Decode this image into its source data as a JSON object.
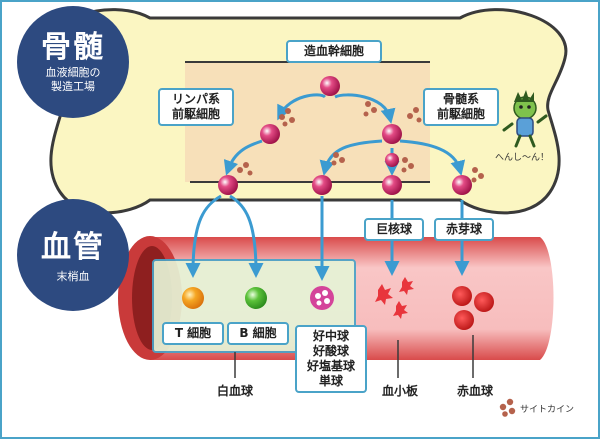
{
  "sections": {
    "bone_marrow": {
      "title": "骨髄",
      "subtitle_line1": "血液細胞の",
      "subtitle_line2": "製造工場"
    },
    "blood_vessel": {
      "title": "血管",
      "subtitle": "末梢血"
    }
  },
  "cells": {
    "stem": "造血幹細胞",
    "lymphoid": [
      "リンパ系",
      "前駆細胞"
    ],
    "myeloid": [
      "骨髄系",
      "前駆細胞"
    ],
    "megakaryocyte": "巨核球",
    "erythroblast": "赤芽球",
    "t_cell": "T 細胞",
    "b_cell": "B 細胞",
    "granulocytes": [
      "好中球",
      "好酸球",
      "好塩基球",
      "単球"
    ],
    "white_blood_cells": "白血球",
    "platelets": "血小板",
    "red_blood_cells": "赤血球"
  },
  "speech": "へんし〜ん！",
  "legend": "サイトカイン",
  "colors": {
    "bone": "#fbf6c2",
    "bone_outline": "#3a3a3a",
    "navy": "#2d4a80",
    "arrow": "#3b9bd1",
    "cell": "#c2185b",
    "cytokine": "#b5624c",
    "vessel": "#e76060"
  }
}
